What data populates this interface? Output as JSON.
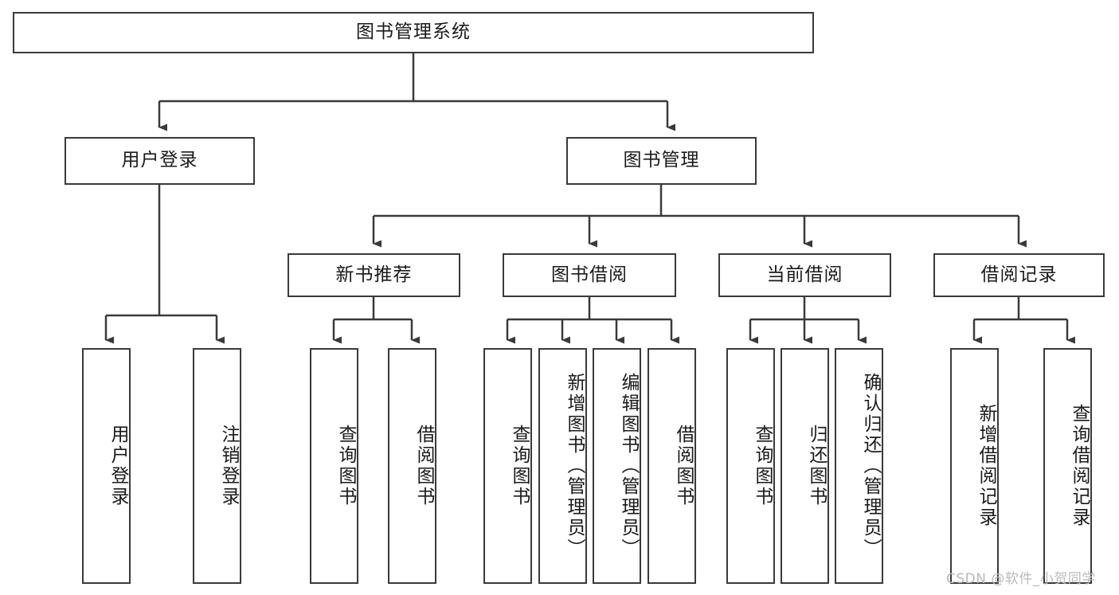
{
  "diagram": {
    "title": "图书管理系统",
    "type": "hierarchy-tree",
    "level1": {
      "label": "图书管理系统"
    },
    "level2": [
      {
        "label": "用户登录"
      },
      {
        "label": "图书管理"
      }
    ],
    "level3": [
      {
        "label": "新书推荐"
      },
      {
        "label": "图书借阅"
      },
      {
        "label": "当前借阅"
      },
      {
        "label": "借阅记录"
      }
    ],
    "leaves": {
      "user_login": [
        {
          "label": "用户登录"
        },
        {
          "label": "注销登录"
        }
      ],
      "new_book_recommend": [
        {
          "label": "查询图书"
        },
        {
          "label": "借阅图书"
        }
      ],
      "book_borrow": [
        {
          "label": "查询图书"
        },
        {
          "label": "新增图书（管理员）"
        },
        {
          "label": "编辑图书（管理员）"
        },
        {
          "label": "借阅图书"
        }
      ],
      "current_borrow": [
        {
          "label": "查询图书"
        },
        {
          "label": "归还图书"
        },
        {
          "label": "确认归还（管理员）"
        }
      ],
      "borrow_records": [
        {
          "label": "新增借阅记录"
        },
        {
          "label": "查询借阅记录"
        }
      ]
    },
    "watermark": "CSDN @软件_小贺同学",
    "colors": {
      "border": "#3a3a3a",
      "background": "#ffffff",
      "text": "#1a1a1a",
      "watermark": "#b9b9b9"
    }
  }
}
